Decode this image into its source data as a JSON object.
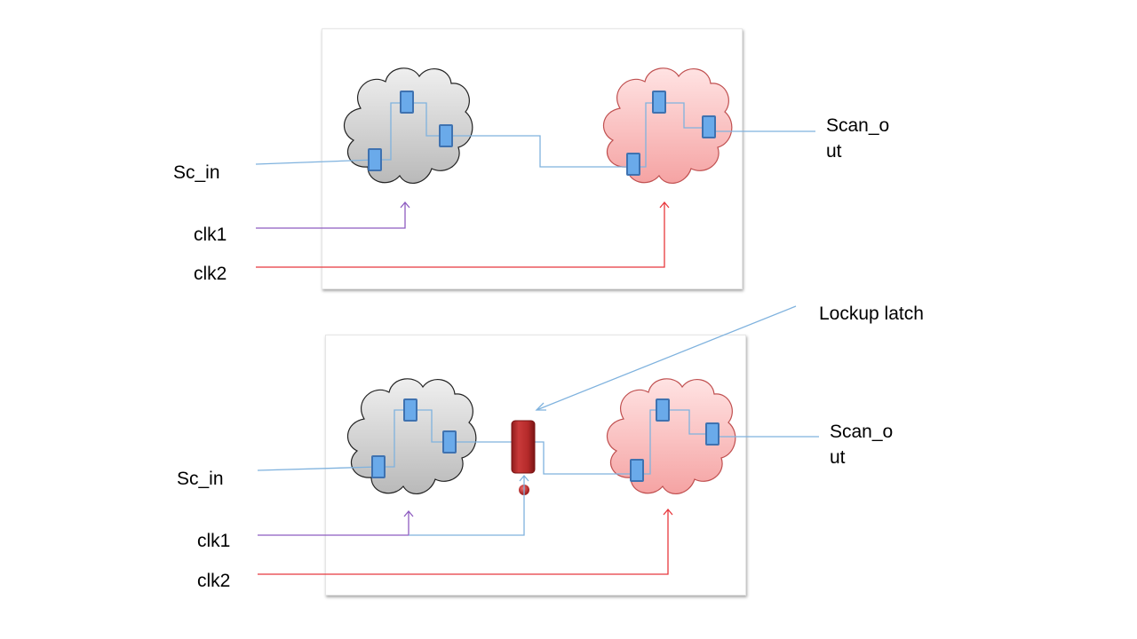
{
  "top_diagram": {
    "sc_in_label": "Sc_in",
    "clk1_label": "clk1",
    "clk2_label": "clk2",
    "scan_out_label_line1": "Scan_o",
    "scan_out_label_line2": "ut"
  },
  "bottom_diagram": {
    "sc_in_label": "Sc_in",
    "clk1_label": "clk1",
    "clk2_label": "clk2",
    "scan_out_label_line1": "Scan_o",
    "scan_out_label_line2": "ut",
    "lockup_latch_label": "Lockup latch"
  },
  "colors": {
    "scan_wire": "#7fb2de",
    "clk1_wire": "#8e5cc0",
    "clk2_wire": "#e8383d",
    "flop_fill": "#6aaaea",
    "flop_stroke": "#3f72b0",
    "cloud_gray_top": "#ececec",
    "cloud_gray_bottom": "#bdbdbd",
    "cloud_red_top": "#ffe0e0",
    "cloud_red_bottom": "#f7a8a8",
    "latch": "#b52a2a"
  }
}
